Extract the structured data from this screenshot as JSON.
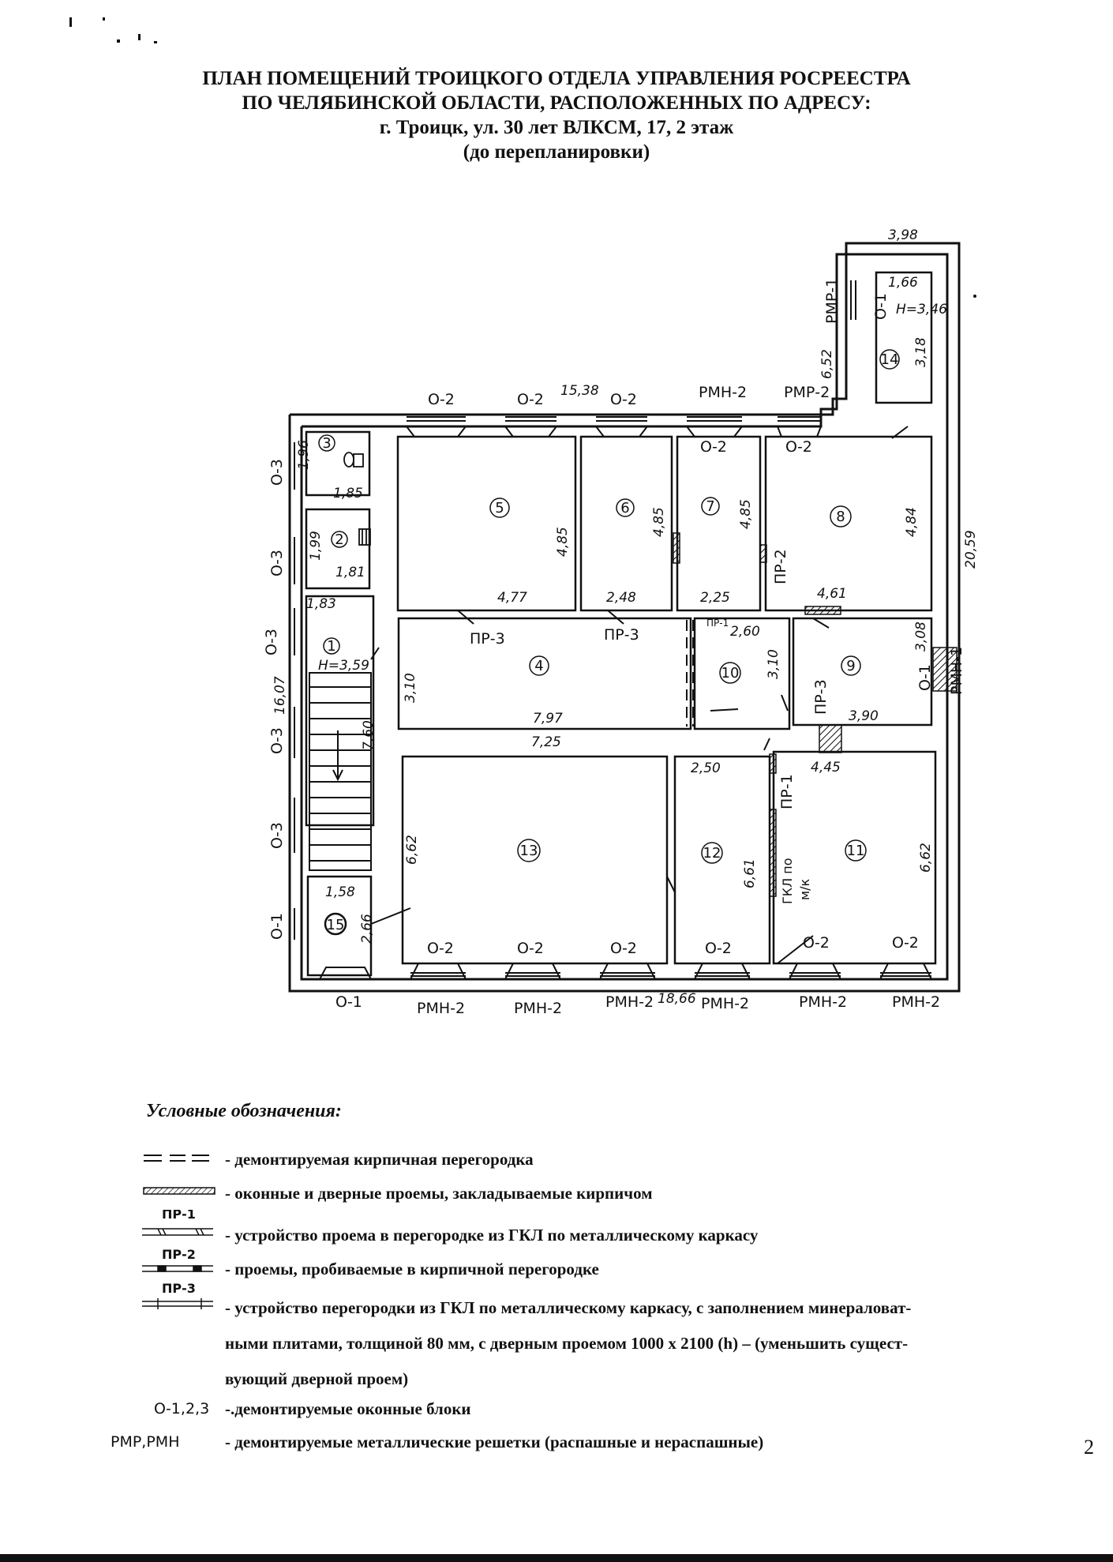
{
  "document": {
    "title_lines": [
      "ПЛАН ПОМЕЩЕНИЙ ТРОИЦКОГО ОТДЕЛА УПРАВЛЕНИЯ РОСРЕЕСТРА",
      "ПО ЧЕЛЯБИНСКОЙ ОБЛАСТИ, РАСПОЛОЖЕННЫХ ПО АДРЕСУ:",
      "г. Троицк, ул. 30 лет ВЛКСМ, 17, 2 этаж",
      "(до перепланировки)"
    ],
    "page_number": "2"
  },
  "plan": {
    "rooms": [
      "1",
      "2",
      "3",
      "4",
      "5",
      "6",
      "7",
      "8",
      "9",
      "10",
      "11",
      "12",
      "13",
      "14",
      "15"
    ],
    "room_dims": {
      "r3_h": "1,96",
      "r2_top": "1,85",
      "r2_h": "1,99",
      "r2_bottom": "1,81",
      "r1_top": "1,83",
      "r1_height": "Н=3,59",
      "stair": "7,60",
      "r4_h": "3,10",
      "r4_w": "7,97",
      "r5_h": "4,85",
      "r5_w": "4,77",
      "r6_h": "4,85",
      "r6_w": "2,48",
      "r7_h": "4,85",
      "r7_w": "2,25",
      "r8_h": "4,84",
      "r8_w": "4,61",
      "r10_w": "2,60",
      "r10_h": "3,10",
      "r9_h": "3,08",
      "r9_w": "3,90",
      "r13_w": "7,25",
      "r13_h": "6,62",
      "r12_w": "2,50",
      "r12_h": "6,61",
      "r11_w": "4,45",
      "r11_h": "6,62",
      "r15_w": "1,58",
      "r15_h": "2,66",
      "r14_w": "1,66",
      "r14_height": "Н=3,46",
      "r14_h": "3,18",
      "top_total": "15,38",
      "ext_w": "3,98",
      "ext_h": "6,52",
      "right_total": "20,59",
      "left_total": "16,07",
      "bottom_total": "18,66"
    },
    "marks": {
      "o1": "О-1",
      "o2": "О-2",
      "o3": "О-3",
      "pr1": "ПР-1",
      "pr2": "ПР-2",
      "pr3": "ПР-3",
      "rmn1": "РМН-1",
      "rmn2": "РМН-2",
      "rmr1": "РМР-1",
      "rmr2": "РМР-2",
      "gkl": "ГКЛ по",
      "mk": "м/к"
    }
  },
  "legend": {
    "title": "Условные обозначения:",
    "items": [
      "- демонтируемая кирпичная перегородка",
      "- оконные и дверные проемы, закладываемые кирпичом",
      "- устройство проема в перегородке из ГКЛ по металлическому каркасу",
      "- проемы, пробиваемые в кирпичной перегородке",
      "- устройство перегородки из ГКЛ по металлическому каркасу, с заполнением минераловат-",
      "ными плитами, толщиной 80 мм, с дверным проемом 1000 х 2100 (h) – (уменьшить сущест-",
      "вующий дверной проем)",
      "-.демонтируемые оконные блоки",
      "- демонтируемые металлические решетки (распашные и нераспашные)"
    ],
    "symbols": {
      "pr1": "ПР-1",
      "pr2": "ПР-2",
      "pr3": "ПР-3",
      "o123": "О-1,2,3",
      "rmr_rmn": "РМР,РМН"
    }
  },
  "colors": {
    "ink": "#111111",
    "paper": "#ffffff"
  }
}
